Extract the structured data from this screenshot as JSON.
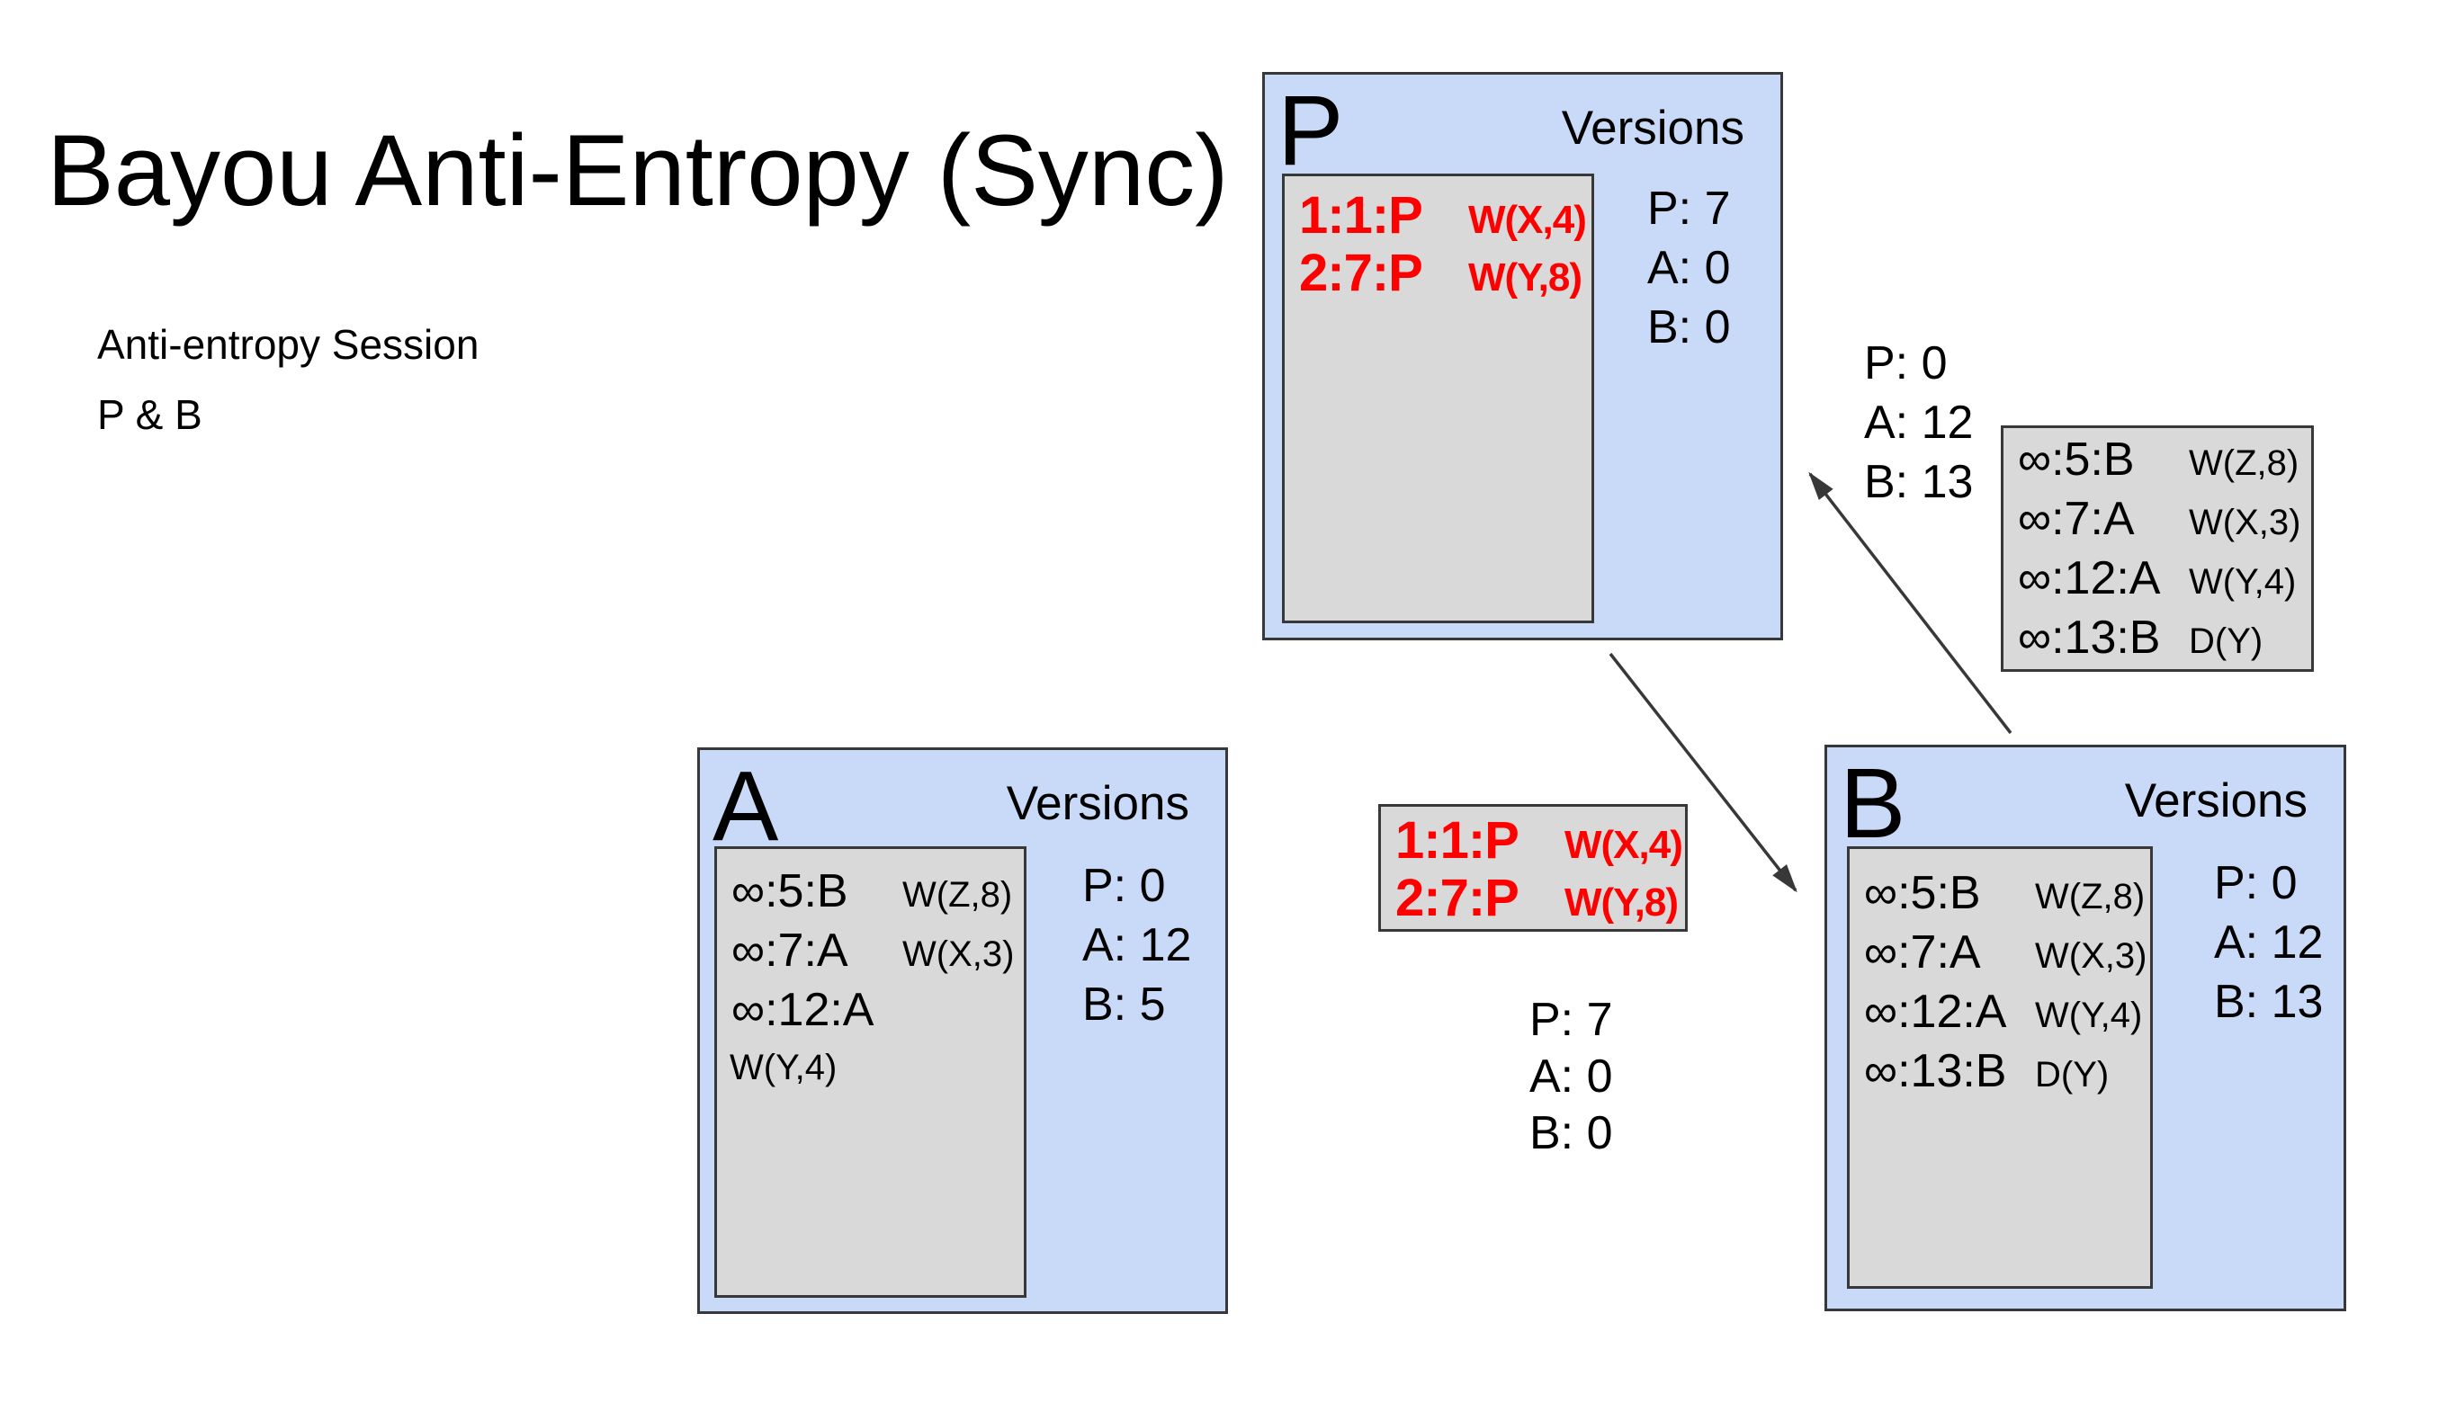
{
  "slide": {
    "title": "Bayou Anti-Entropy (Sync)",
    "subtitle_lines": [
      "Anti-entropy Session",
      "P & B"
    ]
  },
  "colors": {
    "node_fill": "#c9daf8",
    "log_fill": "#d9d9d9",
    "border": "#383838",
    "highlight_text": "#ff0000",
    "text": "#000000",
    "background": "#ffffff"
  },
  "nodes": {
    "p": {
      "label": "P",
      "versions_label": "Versions",
      "log": [
        {
          "id": "1:1:P",
          "op": "W(X,4)",
          "highlight": true
        },
        {
          "id": "2:7:P",
          "op": "W(Y,8)",
          "highlight": true
        }
      ],
      "version_vector": [
        "P: 7",
        "A: 0",
        "B: 0"
      ]
    },
    "a": {
      "label": "A",
      "versions_label": "Versions",
      "log": [
        {
          "id": "∞:5:B",
          "op": "W(Z,8)"
        },
        {
          "id": "∞:7:A",
          "op": "W(X,3)"
        },
        {
          "id": "∞:12:A",
          "op": "W(Y,4)",
          "op_on_next_line": true
        }
      ],
      "version_vector": [
        "P: 0",
        "A: 12",
        "B: 5"
      ]
    },
    "b": {
      "label": "B",
      "versions_label": "Versions",
      "log": [
        {
          "id": "∞:5:B",
          "op": "W(Z,8)"
        },
        {
          "id": "∞:7:A",
          "op": "W(X,3)"
        },
        {
          "id": "∞:12:A",
          "op": "W(Y,4)"
        },
        {
          "id": "∞:13:B",
          "op": "D(Y)"
        }
      ],
      "version_vector": [
        "P: 0",
        "A: 12",
        "B: 13"
      ]
    }
  },
  "exchange": {
    "b_to_p": {
      "version_vector": [
        "P: 0",
        "A: 12",
        "B: 13"
      ],
      "log": [
        {
          "id": "∞:5:B",
          "op": "W(Z,8)"
        },
        {
          "id": "∞:7:A",
          "op": "W(X,3)"
        },
        {
          "id": "∞:12:A",
          "op": "W(Y,4)"
        },
        {
          "id": "∞:13:B",
          "op": "D(Y)"
        }
      ]
    },
    "p_to_b": {
      "version_vector": [
        "P: 7",
        "A: 0",
        "B: 0"
      ],
      "log": [
        {
          "id": "1:1:P",
          "op": "W(X,4)",
          "highlight": true
        },
        {
          "id": "2:7:P",
          "op": "W(Y,8)",
          "highlight": true
        }
      ]
    }
  },
  "arrows": [
    {
      "from": "P",
      "to": "B"
    },
    {
      "from": "B",
      "to": "P"
    }
  ]
}
